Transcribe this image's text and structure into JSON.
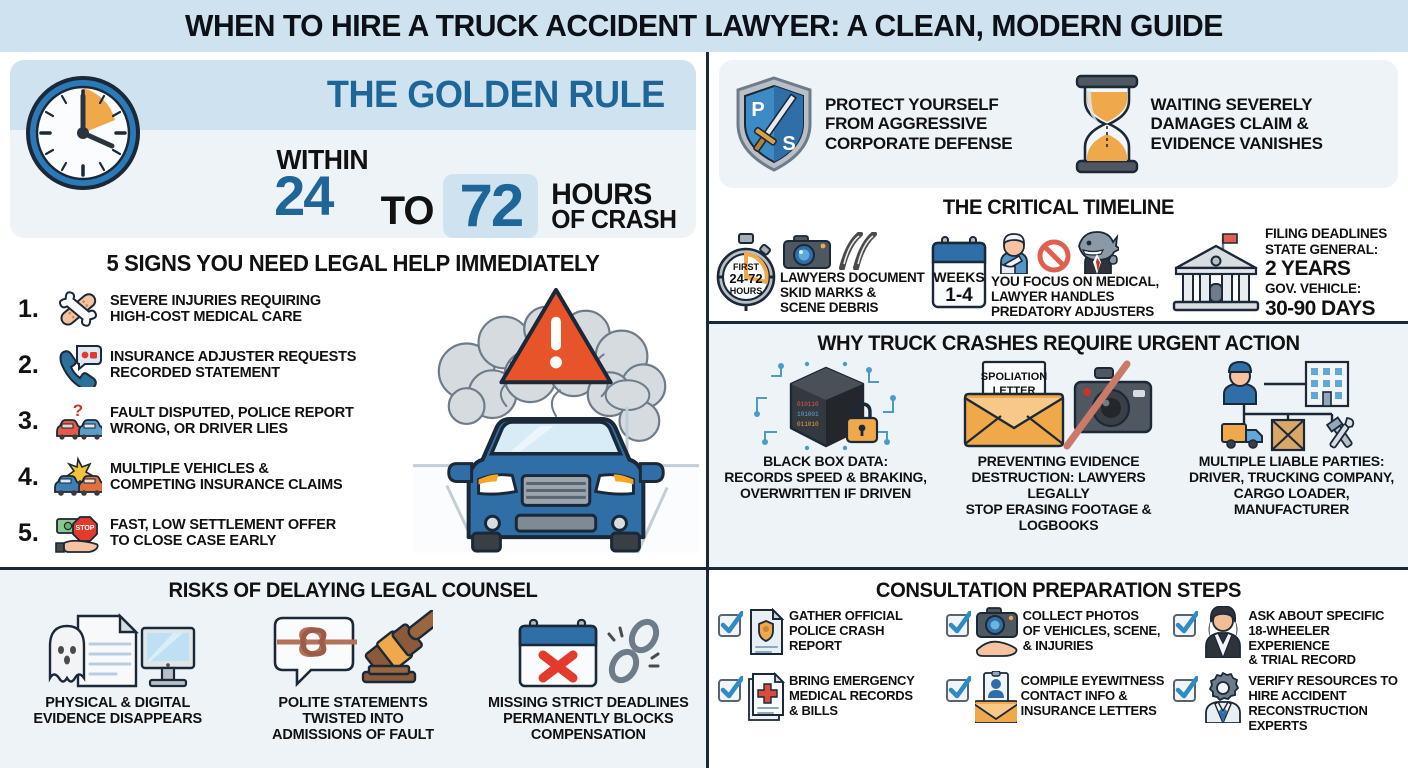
{
  "header": {
    "title": "WHEN TO HIRE A TRUCK ACCIDENT LAWYER: A CLEAN, MODERN GUIDE"
  },
  "colors": {
    "header_bg": "#cfe2f0",
    "panel_bg": "#eef3f7",
    "accent_blue": "#1f6698",
    "accent_orange": "#f0a94a",
    "divider": "#1b2838",
    "alert_red": "#e8542a"
  },
  "golden_rule": {
    "title": "THE GOLDEN RULE",
    "within": "WITHIN",
    "first_number": "24",
    "to": "TO",
    "second_number": "72",
    "hours": "HOURS",
    "of_crash": "OF CRASH",
    "clock_icon": "clock-icon"
  },
  "signs": {
    "heading": "5 SIGNS YOU NEED LEGAL HELP IMMEDIATELY",
    "items": [
      {
        "num": "1.",
        "icon": "bandage-bone-icon",
        "line1": "SEVERE INJURIES REQUIRING",
        "line2": "HIGH-COST MEDICAL CARE"
      },
      {
        "num": "2.",
        "icon": "phone-recording-icon",
        "line1": "INSURANCE ADJUSTER REQUESTS",
        "line2": "RECORDED STATEMENT"
      },
      {
        "num": "3.",
        "icon": "two-cars-question-icon",
        "line1": "FAULT DISPUTED, POLICE REPORT",
        "line2": "WRONG, OR DRIVER LIES"
      },
      {
        "num": "4.",
        "icon": "collision-icon",
        "line1": "MULTIPLE VEHICLES &",
        "line2": "COMPETING INSURANCE CLAIMS"
      },
      {
        "num": "5.",
        "icon": "hand-money-stop-icon",
        "line1": "FAST, LOW SETTLEMENT OFFER",
        "line2": "TO CLOSE CASE EARLY"
      }
    ],
    "illustration": "smoking-crashed-car-with-warning-triangle"
  },
  "risks": {
    "heading": "RISKS OF DELAYING LEGAL COUNSEL",
    "items": [
      {
        "icon": "ghost-document-monitor-icon",
        "lines": [
          "PHYSICAL & DIGITAL",
          "EVIDENCE DISAPPEARS"
        ]
      },
      {
        "icon": "knotted-speech-gavel-icon",
        "lines": [
          "POLITE STATEMENTS",
          "TWISTED INTO",
          "ADMISSIONS OF FAULT"
        ]
      },
      {
        "icon": "calendar-x-broken-chain-icon",
        "lines": [
          "MISSING STRICT DEADLINES",
          "PERMANENTLY BLOCKS",
          "COMPENSATION"
        ]
      }
    ]
  },
  "protect": {
    "items": [
      {
        "icon": "shield-ps-sword-icon",
        "lines": [
          "PROTECT YOURSELF",
          "FROM AGGRESSIVE",
          "CORPORATE DEFENSE"
        ]
      },
      {
        "icon": "hourglass-icon",
        "lines": [
          "WAITING SEVERELY",
          "DAMAGES CLAIM &",
          "EVIDENCE VANISHES"
        ]
      }
    ]
  },
  "timeline": {
    "heading": "THE CRITICAL TIMELINE",
    "stage1": {
      "badge_line1": "FIRST",
      "badge_line2": "24-72",
      "badge_line3": "HOURS",
      "icons": [
        "stopwatch-icon",
        "camera-icon",
        "skid-marks-icon"
      ],
      "lines": [
        "LAWYERS DOCUMENT",
        "SKID MARKS &",
        "SCENE DEBRIS"
      ]
    },
    "stage2": {
      "badge_line1": "WEEKS",
      "badge_line2": "1-4",
      "icons": [
        "calendar-icon",
        "injured-person-icon",
        "no-entry-icon",
        "shark-lawyer-icon"
      ],
      "lines": [
        "YOU FOCUS ON MEDICAL,",
        "LAWYER HANDLES",
        "PREDATORY ADJUSTERS"
      ]
    },
    "stage3": {
      "icon": "courthouse-icon",
      "title": "FILING DEADLINES",
      "label1": "STATE GENERAL:",
      "value1": "2 YEARS",
      "label2": "GOV. VEHICLE:",
      "value2": "30-90 DAYS"
    }
  },
  "why_urgent": {
    "heading": "WHY TRUCK CRASHES REQUIRE URGENT ACTION",
    "items": [
      {
        "icon": "black-box-lock-icon",
        "lines": [
          "BLACK BOX DATA:",
          "RECORDS SPEED & BRAKING,",
          "OVERWRITTEN IF DRIVEN"
        ]
      },
      {
        "icon": "spoliation-letter-no-camera-icon",
        "envelope_label_line1": "SPOLIATION",
        "envelope_label_line2": "LETTER",
        "lines": [
          "PREVENTING EVIDENCE",
          "DESTRUCTION: LAWYERS LEGALLY",
          "STOP ERASING FOOTAGE & LOGBOOKS"
        ]
      },
      {
        "icon": "liable-parties-network-icon",
        "lines": [
          "MULTIPLE LIABLE PARTIES:",
          "DRIVER, TRUCKING COMPANY,",
          "CARGO LOADER, MANUFACTURER"
        ]
      }
    ]
  },
  "consultation": {
    "heading": "CONSULTATION PREPARATION STEPS",
    "items": [
      {
        "icon": "police-report-icon",
        "lines": [
          "GATHER OFFICIAL",
          "POLICE CRASH",
          "REPORT"
        ]
      },
      {
        "icon": "camera-hand-icon",
        "lines": [
          "COLLECT PHOTOS",
          "OF VEHICLES, SCENE,",
          "& INJURIES"
        ]
      },
      {
        "icon": "lawyer-woman-icon",
        "lines": [
          "ASK ABOUT SPECIFIC",
          "18-WHEELER EXPERIENCE",
          "& TRIAL RECORD"
        ]
      },
      {
        "icon": "medical-records-icon",
        "lines": [
          "BRING EMERGENCY",
          "MEDICAL RECORDS",
          "& BILLS"
        ]
      },
      {
        "icon": "witness-envelope-icon",
        "lines": [
          "COMPILE EYEWITNESS",
          "CONTACT INFO &",
          "INSURANCE LETTERS"
        ]
      },
      {
        "icon": "expert-gear-icon",
        "lines": [
          "VERIFY RESOURCES TO",
          "HIRE ACCIDENT",
          "RECONSTRUCTION EXPERTS"
        ]
      }
    ]
  }
}
